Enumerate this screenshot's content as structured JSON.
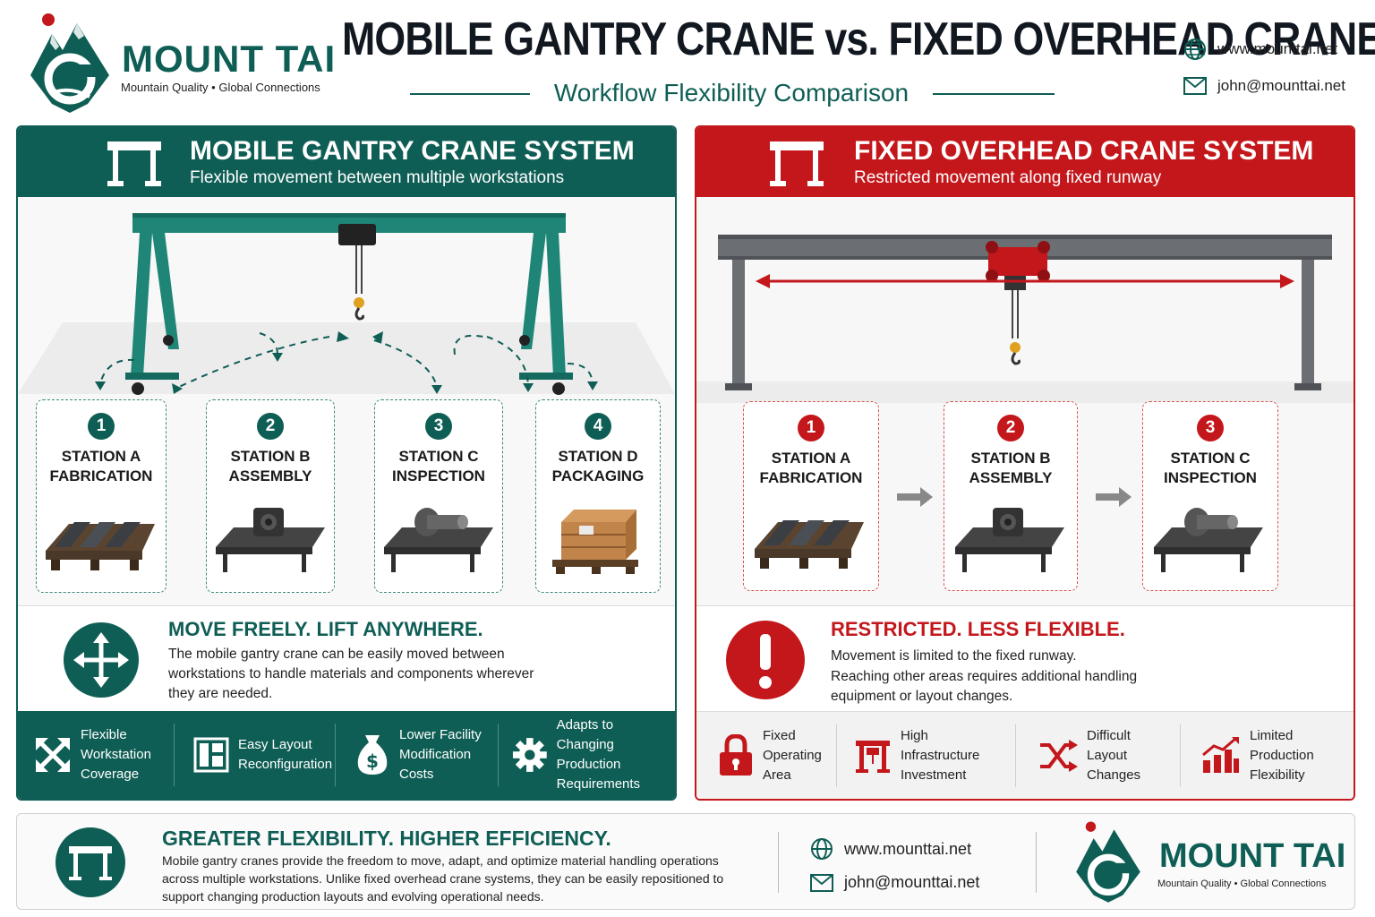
{
  "header": {
    "brand_name": "MOUNT TAI",
    "brand_tagline": "Mountain Quality • Global Connections",
    "title": "MOBILE GANTRY CRANE vs. FIXED OVERHEAD CRANE",
    "subtitle": "Workflow Flexibility Comparison",
    "website": "www.mounttai.net",
    "email": "john@mounttai.net"
  },
  "mobile_panel": {
    "title": "MOBILE GANTRY CRANE SYSTEM",
    "subtitle": "Flexible movement between multiple workstations",
    "stations": [
      {
        "number": "1",
        "name": "STATION A",
        "role": "FABRICATION"
      },
      {
        "number": "2",
        "name": "STATION B",
        "role": "ASSEMBLY"
      },
      {
        "number": "3",
        "name": "STATION C",
        "role": "INSPECTION"
      },
      {
        "number": "4",
        "name": "STATION D",
        "role": "PACKAGING"
      }
    ],
    "message_title": "MOVE FREELY. LIFT ANYWHERE.",
    "message_body": "The mobile gantry crane can be easily moved between workstations to handle materials and components wherever they are needed.",
    "features": [
      {
        "icon": "expand-arrows-icon",
        "text": "Flexible\nWorkstation\nCoverage"
      },
      {
        "icon": "layout-icon",
        "text": "Easy Layout\nReconfiguration"
      },
      {
        "icon": "money-bag-icon",
        "text": "Lower Facility\nModification\nCosts"
      },
      {
        "icon": "gear-icon",
        "text": "Adapts to\nChanging Production\nRequirements"
      }
    ]
  },
  "fixed_panel": {
    "title": "FIXED OVERHEAD CRANE SYSTEM",
    "subtitle": "Restricted movement along fixed runway",
    "stations": [
      {
        "number": "1",
        "name": "STATION A",
        "role": "FABRICATION"
      },
      {
        "number": "2",
        "name": "STATION B",
        "role": "ASSEMBLY"
      },
      {
        "number": "3",
        "name": "STATION C",
        "role": "INSPECTION"
      }
    ],
    "message_title": "RESTRICTED. LESS FLEXIBLE.",
    "message_line1": "Movement is limited to the fixed runway.",
    "message_line2": "Reaching other areas requires additional handling equipment or layout changes.",
    "features": [
      {
        "icon": "padlock-icon",
        "text": "Fixed\nOperating\nArea"
      },
      {
        "icon": "crane-structure-icon",
        "text": "High\nInfrastructure\nInvestment"
      },
      {
        "icon": "shuffle-icon",
        "text": "Difficult\nLayout\nChanges"
      },
      {
        "icon": "bar-chart-icon",
        "text": "Limited\nProduction\nFlexibility"
      }
    ]
  },
  "footer": {
    "title": "GREATER FLEXIBILITY. HIGHER EFFICIENCY.",
    "body": "Mobile gantry cranes provide the freedom to move, adapt, and optimize material handling operations across multiple workstations. Unlike fixed overhead crane systems, they can be easily repositioned to support changing production layouts and evolving operational needs.",
    "website": "www.mounttai.net",
    "email": "john@mounttai.net",
    "brand_name": "MOUNT TAI",
    "brand_tagline": "Mountain Quality • Global Connections"
  },
  "colors": {
    "green": "#0f5e55",
    "red": "#c3171b"
  }
}
